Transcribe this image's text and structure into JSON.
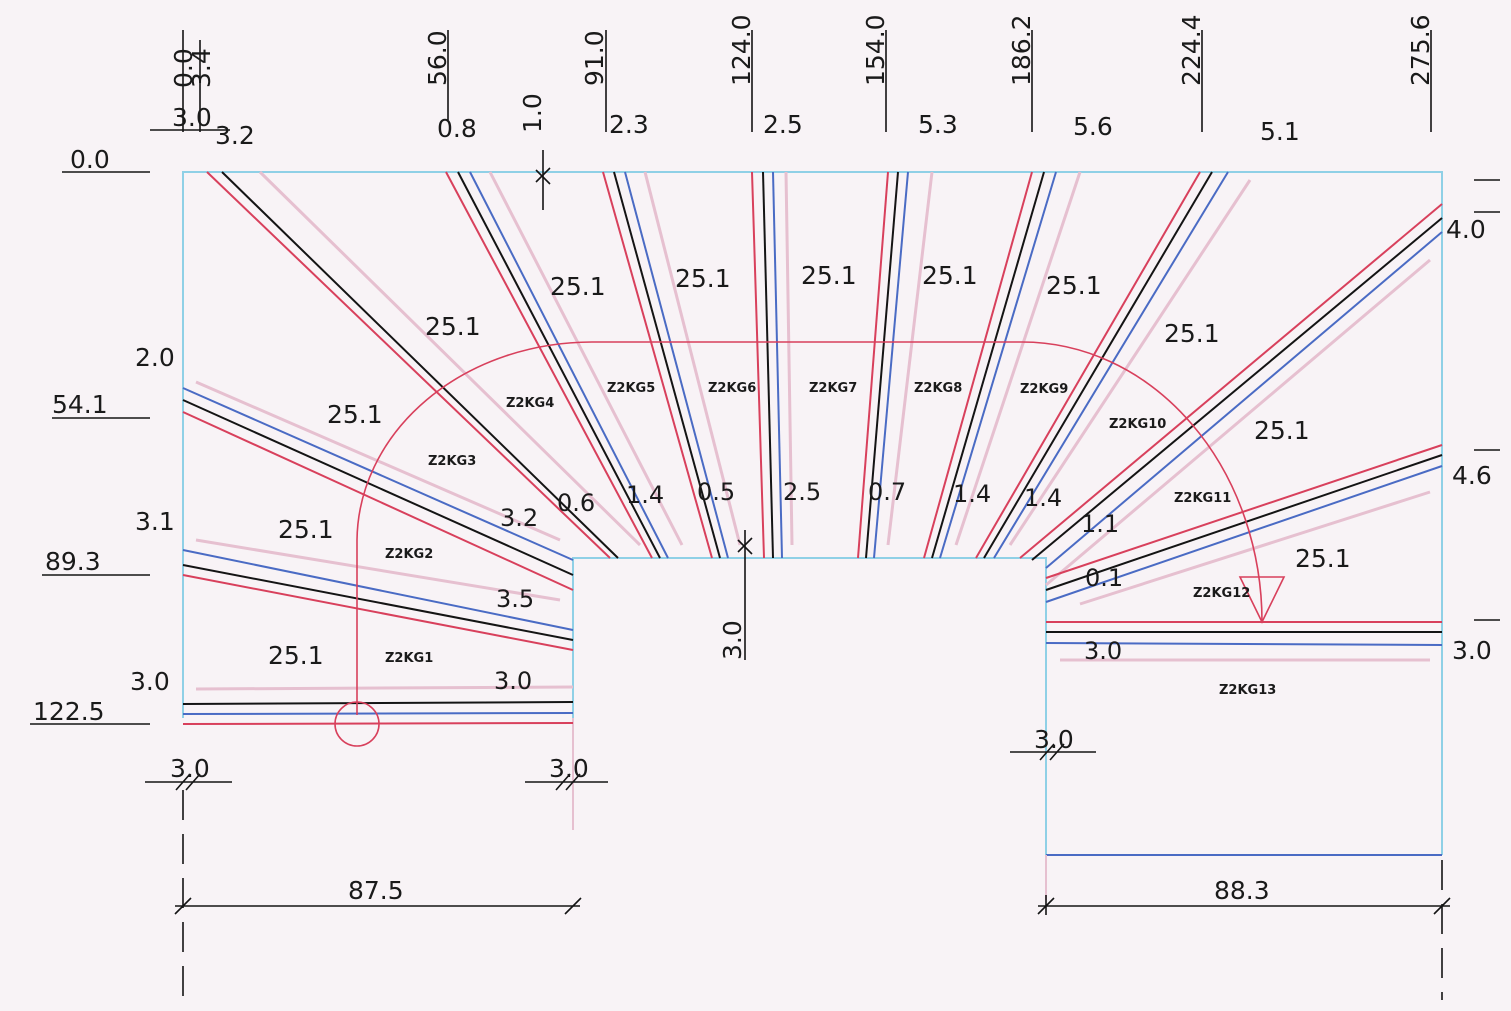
{
  "colors": {
    "background": "#f8f3f6",
    "outline": "#8fd0e6",
    "tread_red": "#d8405c",
    "tread_black": "#141414",
    "tread_blue": "#4a6bc4",
    "tread_pink": "#e6c0d0"
  },
  "top_dimensions": {
    "stations": [
      "0.0",
      "3.4",
      "56.0",
      "91.0",
      "124.0",
      "154.0",
      "186.2",
      "224.4",
      "275.6"
    ],
    "offsets": [
      "3.0",
      "3.2",
      "0.8",
      "1.0",
      "2.3",
      "2.5",
      "5.3",
      "5.6",
      "5.1"
    ]
  },
  "left_dimensions": {
    "stations": [
      "0.0",
      "54.1",
      "89.3",
      "122.5"
    ],
    "offsets": [
      "2.0",
      "3.1",
      "3.0"
    ]
  },
  "right_dimensions": {
    "offsets": [
      "4.0",
      "4.6",
      "3.0"
    ]
  },
  "bottom_dimensions": {
    "left_width": "87.5",
    "right_width": "88.3",
    "small_offsets": [
      "3.0",
      "3.0",
      "3.0"
    ]
  },
  "inner_dimensions": {
    "core_offset": "3.0",
    "gaps_left": [
      "3.2",
      "3.5",
      "3.0"
    ],
    "gaps_top": [
      "0.6",
      "1.4",
      "0.5",
      "2.5",
      "0.7",
      "1.4",
      "1.4",
      "1.1",
      "0.1"
    ],
    "gaps_right": [
      "3.0"
    ]
  },
  "step_going": [
    "25.1",
    "25.1",
    "25.1",
    "25.1",
    "25.1",
    "25.1",
    "25.1",
    "25.1",
    "25.1",
    "25.1",
    "25.1",
    "25.1"
  ],
  "step_tags": [
    "Z2KG1",
    "Z2KG2",
    "Z2KG3",
    "Z2KG4",
    "Z2KG5",
    "Z2KG6",
    "Z2KG7",
    "Z2KG8",
    "Z2KG9",
    "Z2KG10",
    "Z2KG11",
    "Z2KG12",
    "Z2KG13"
  ],
  "icons": {
    "start": "walkline-start-circle-icon",
    "end": "walkline-arrow-down-icon"
  }
}
